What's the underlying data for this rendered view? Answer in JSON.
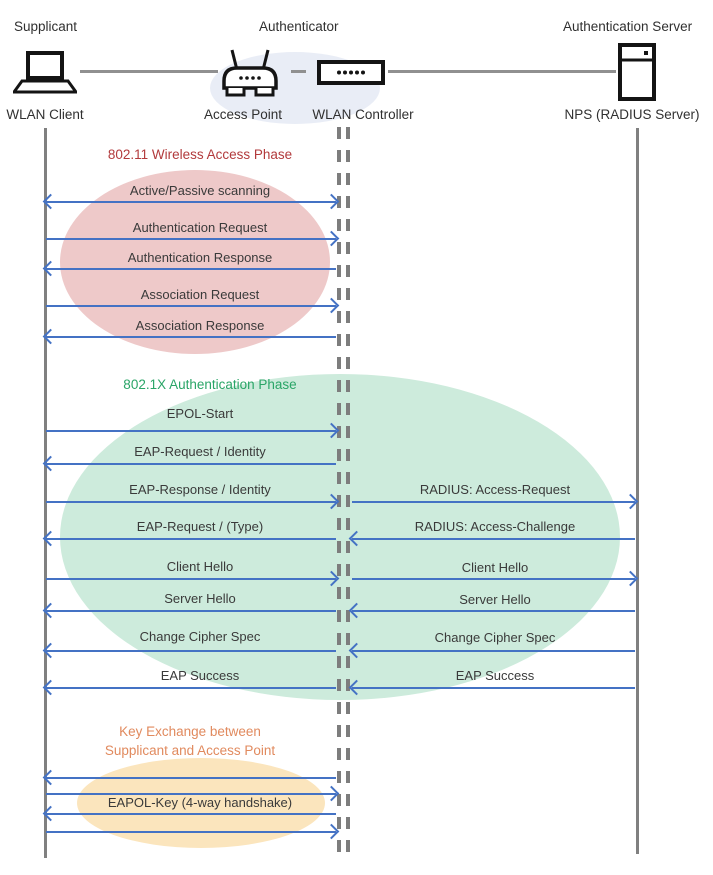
{
  "header": {
    "roles": [
      {
        "label": "Supplicant"
      },
      {
        "label": "Authenticator"
      },
      {
        "label": "Authentication Server"
      }
    ],
    "nodes": [
      {
        "label": "WLAN Client",
        "icon": "laptop-icon"
      },
      {
        "label": "Access Point",
        "icon": "access-point-icon"
      },
      {
        "label": "WLAN Controller",
        "icon": "wlan-controller-icon"
      },
      {
        "label": "NPS (RADIUS Server)",
        "icon": "server-icon"
      }
    ]
  },
  "phases": [
    {
      "title": "802.11 Wireless Access Phase",
      "color": "#b23a3c",
      "ellipse_color": "#eec9c9"
    },
    {
      "title": "802.1X Authentication Phase",
      "color": "#2aa567",
      "ellipse_color": "#cdebdc"
    },
    {
      "title_line1": "Key Exchange between",
      "title_line2": "Supplicant and Access Point",
      "color": "#e18a5e",
      "ellipse_color": "#fbe5bd"
    }
  ],
  "messages": [
    {
      "label": "Active/Passive scanning",
      "segment": "client-controller",
      "direction": "both"
    },
    {
      "label": "Authentication Request",
      "segment": "client-controller",
      "direction": "right"
    },
    {
      "label": "Authentication Response",
      "segment": "client-controller",
      "direction": "left"
    },
    {
      "label": "Association Request",
      "segment": "client-controller",
      "direction": "right"
    },
    {
      "label": "Association Response",
      "segment": "client-controller",
      "direction": "left"
    },
    {
      "label": "EPOL-Start",
      "segment": "client-controller",
      "direction": "right"
    },
    {
      "label": "EAP-Request / Identity",
      "segment": "client-controller",
      "direction": "left"
    },
    {
      "label": "EAP-Response / Identity",
      "segment": "client-controller",
      "direction": "right"
    },
    {
      "label": "RADIUS: Access-Request",
      "segment": "controller-server",
      "direction": "right"
    },
    {
      "label": "EAP-Request / (Type)",
      "segment": "client-controller",
      "direction": "left"
    },
    {
      "label": "RADIUS: Access-Challenge",
      "segment": "controller-server",
      "direction": "left"
    },
    {
      "label": "Client Hello",
      "segment": "client-controller",
      "direction": "right"
    },
    {
      "label": "Client Hello",
      "segment": "controller-server",
      "direction": "right"
    },
    {
      "label": "Server Hello",
      "segment": "client-controller",
      "direction": "left"
    },
    {
      "label": "Server Hello",
      "segment": "controller-server",
      "direction": "left"
    },
    {
      "label": "Change Cipher Spec",
      "segment": "client-controller",
      "direction": "left"
    },
    {
      "label": "Change Cipher Spec",
      "segment": "controller-server",
      "direction": "left"
    },
    {
      "label": "EAP Success",
      "segment": "client-controller",
      "direction": "left"
    },
    {
      "label": "EAP Success",
      "segment": "controller-server",
      "direction": "left"
    },
    {
      "label": "",
      "segment": "client-controller",
      "direction": "left"
    },
    {
      "label": "",
      "segment": "client-controller",
      "direction": "right"
    },
    {
      "label": "EAPOL-Key (4-way handshake)",
      "segment": "client-controller",
      "direction": "left"
    },
    {
      "label": "",
      "segment": "client-controller",
      "direction": "right"
    }
  ],
  "colors": {
    "arrow": "#4472c4",
    "lifeline": "#808080",
    "authenticator_ellipse": "#e9edf6"
  }
}
